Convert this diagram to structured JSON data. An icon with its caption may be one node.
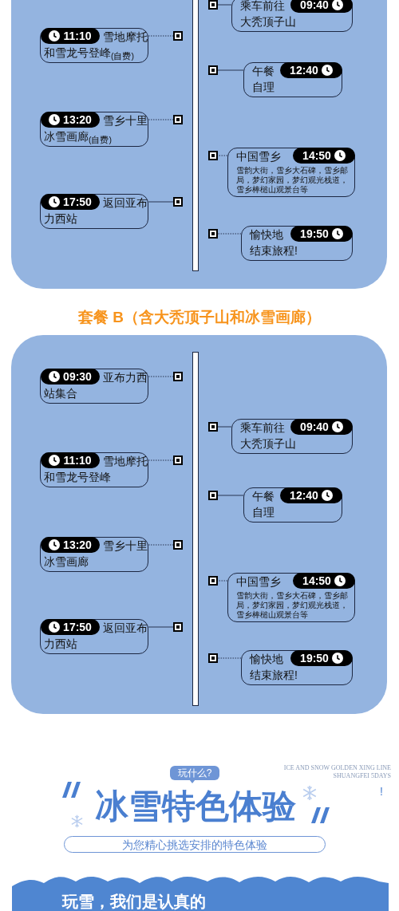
{
  "diagram": {
    "nodes": [
      {
        "text": [
          "乘车前往大秃顶子山",
          "09:40"
        ]
      },
      {
        "text": [],
        "shape": "box"
      },
      {
        "text": [
          "11:10",
          "雪地摩托和雪龙号登峰$_{(自费)}$"
        ]
      },
      {
        "text": [],
        "shape": "box"
      },
      {
        "text": [
          "午餐自理",
          "12:40"
        ]
      },
      {
        "text": [],
        "shape": "box"
      },
      {
        "text": [
          "13:20",
          "雪乡十里冰雪画廊$_{(自费)}$"
        ]
      },
      {
        "text": [],
        "shape": "box"
      },
      {
        "text": [
          "中国雪乡",
          "14:50",
          "雪韵大街，雪乡大石碑，雪乡邮局，梦幻家园，梦幻观光栈道，雪乡棒槌山观景台等"
        ]
      },
      {
        "text": [],
        "shape": "box"
      },
      {
        "text": [
          "17:50",
          "返回亚布力西站"
        ]
      },
      {
        "text": [],
        "shape": "box"
      },
      {
        "text": [
          "愉快地结束旅程!",
          "19:50"
        ]
      },
      {
        "text": [],
        "shape": "box"
      },
      {
        "text": [
          "09:30",
          "亚布力西站集合"
        ]
      },
      {
        "text": [],
        "shape": "box"
      },
      {
        "text": [
          "乘车前往大秃顶子山",
          "09:40"
        ]
      },
      {
        "text": [],
        "shape": "box"
      },
      {
        "text": [
          "11:10",
          "雪地摩托和雪龙号登峰"
        ]
      },
      {
        "text": [],
        "shape": "box"
      },
      {
        "text": [
          "午餐自理",
          "12:40"
        ]
      },
      {
        "text": [],
        "shape": "box"
      },
      {
        "text": [
          "13:20",
          "雪乡十里冰雪画廊"
        ]
      },
      {
        "text": [],
        "shape": "box"
      },
      {
        "text": [
          "中国雪乡",
          "14:50",
          "雪韵大街，雪乡大石碑，雪乡邮局，梦幻家园，梦幻观光栈道，雪乡棒槌山观景台等"
        ]
      },
      {
        "text": [],
        "shape": "box"
      },
      {
        "text": [
          "17:50",
          "返回亚布力西站"
        ]
      },
      {
        "text": [],
        "shape": "box"
      },
      {
        "text": [
          "愉快地结束旅程!",
          "19:50"
        ]
      },
      {
        "text": [],
        "shape": "box"
      },
      {
        "text": [
          "玩什么?"
        ]
      },
      {
        "text": [
          "为您精心挑选安排的特色体验"
        ]
      }
    ],
    "edges": [
      {
        "from": 0,
        "to": 1,
        "arrow": "none"
      },
      {
        "from": 2,
        "to": 3,
        "arrow": "none",
        "style": "dashed"
      },
      {
        "from": 4,
        "to": 5,
        "arrow": "none"
      },
      {
        "from": 6,
        "to": 7,
        "arrow": "none",
        "style": "dashed"
      },
      {
        "from": 8,
        "to": 9,
        "arrow": "none",
        "style": "dashed"
      },
      {
        "from": 10,
        "to": 11,
        "arrow": "none"
      },
      {
        "from": 12,
        "to": 13,
        "arrow": "none",
        "style": "dashed"
      },
      {
        "from": 14,
        "to": 15,
        "arrow": "none",
        "style": "dashed"
      },
      {
        "from": 16,
        "to": 17,
        "arrow": "none"
      },
      {
        "from": 18,
        "to": 19,
        "arrow": "none",
        "style": "dashed"
      },
      {
        "from": 20,
        "to": 21,
        "arrow": "none"
      },
      {
        "from": 22,
        "to": 23,
        "arrow": "none",
        "style": "dashed"
      },
      {
        "from": 24,
        "to": 25,
        "arrow": "none",
        "style": "dashed"
      },
      {
        "from": 26,
        "to": 27,
        "arrow": "none"
      },
      {
        "from": 28,
        "to": 29,
        "arrow": "none",
        "style": "dashed"
      }
    ],
    "labels": [
      "套餐 B（含大秃顶子山和冰雪画廊）",
      "ICE AND SNOW GOLDEN XING LINE",
      "SHUANGFEI 5DAYS",
      "冰雪特色体验",
      "!",
      "玩雪，我们是认真的"
    ]
  }
}
